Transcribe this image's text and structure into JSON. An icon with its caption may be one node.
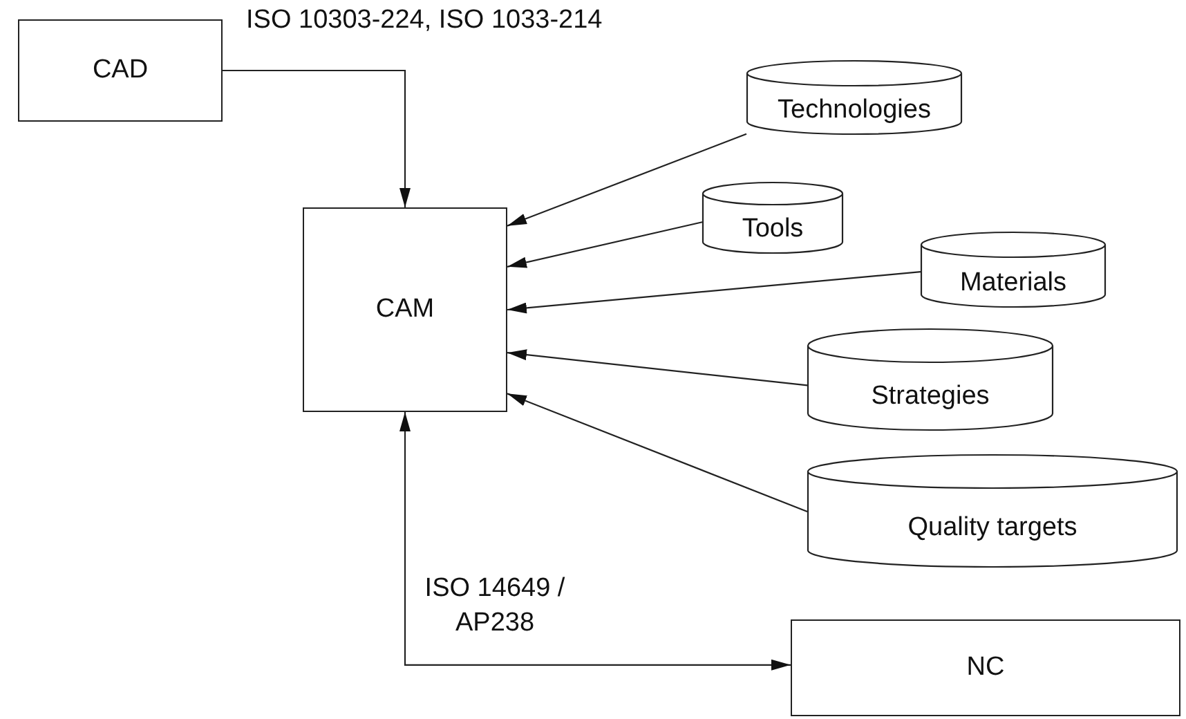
{
  "diagram": {
    "nodes": [
      {
        "text": [
          "CAD"
        ]
      },
      {
        "text": [
          "CAM"
        ]
      },
      {
        "text": [
          "Technologies"
        ]
      },
      {
        "text": [
          "Tools"
        ]
      },
      {
        "text": [
          "Materials"
        ]
      },
      {
        "text": [
          "Strategies"
        ]
      },
      {
        "text": [
          "Quality targets"
        ]
      },
      {
        "text": [
          "NC"
        ]
      }
    ],
    "edges": [
      {
        "from": 0,
        "to": 1,
        "arrow": "to",
        "label": "ISO 10303-224, ISO 1033-214"
      },
      {
        "from": 2,
        "to": 1,
        "arrow": "to"
      },
      {
        "from": 3,
        "to": 1,
        "arrow": "to"
      },
      {
        "from": 4,
        "to": 1,
        "arrow": "to"
      },
      {
        "from": 5,
        "to": 1,
        "arrow": "to"
      },
      {
        "from": 6,
        "to": 1,
        "arrow": "to"
      },
      {
        "from": 1,
        "to": 7,
        "arrow": "both",
        "label": "ISO 14649 / AP238"
      }
    ]
  }
}
